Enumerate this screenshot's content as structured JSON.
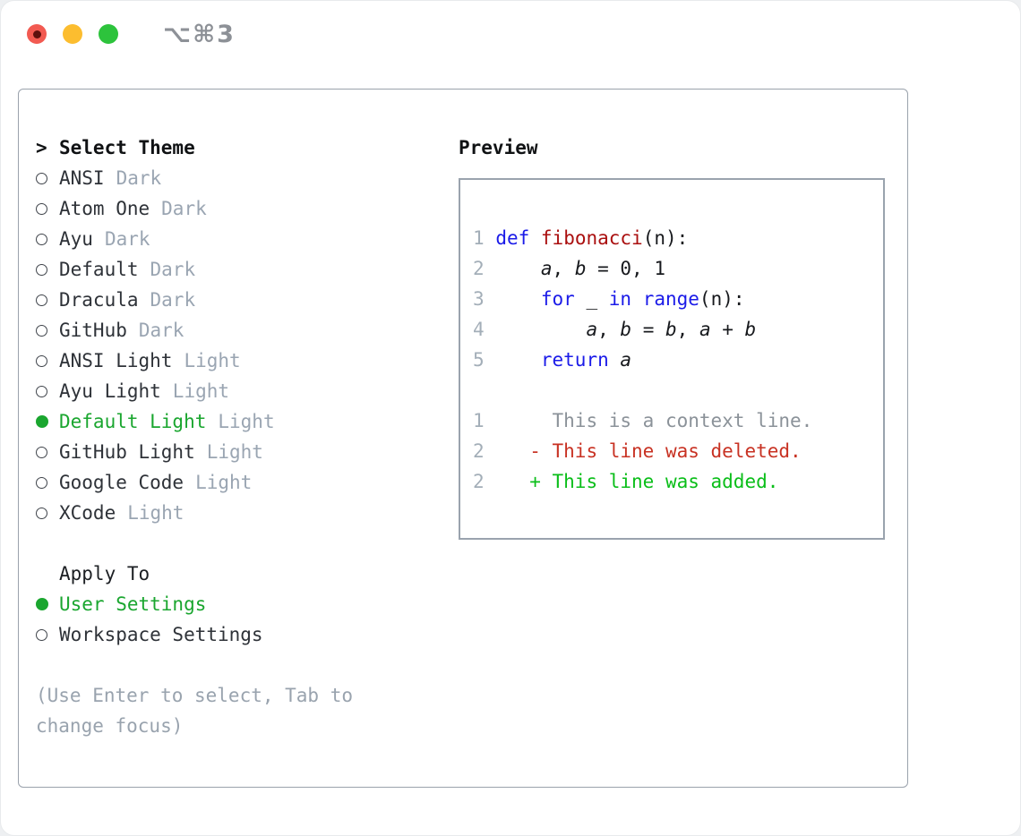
{
  "window": {
    "title": "⌥⌘3",
    "traffic_lights": [
      "close",
      "minimize",
      "zoom"
    ]
  },
  "sidebar": {
    "header": {
      "marker": ">",
      "label": "Select Theme"
    },
    "themes": [
      {
        "label": "ANSI",
        "tag": "Dark",
        "selected": false
      },
      {
        "label": "Atom One",
        "tag": "Dark",
        "selected": false
      },
      {
        "label": "Ayu",
        "tag": "Dark",
        "selected": false
      },
      {
        "label": "Default",
        "tag": "Dark",
        "selected": false
      },
      {
        "label": "Dracula",
        "tag": "Dark",
        "selected": false
      },
      {
        "label": "GitHub",
        "tag": "Dark",
        "selected": false
      },
      {
        "label": "ANSI Light",
        "tag": "Light",
        "selected": false
      },
      {
        "label": "Ayu Light",
        "tag": "Light",
        "selected": false
      },
      {
        "label": "Default Light",
        "tag": "Light",
        "selected": true
      },
      {
        "label": "GitHub Light",
        "tag": "Light",
        "selected": false
      },
      {
        "label": "Google Code",
        "tag": "Light",
        "selected": false
      },
      {
        "label": "XCode",
        "tag": "Light",
        "selected": false
      }
    ],
    "apply_to": {
      "header": "Apply To",
      "options": [
        {
          "label": "User Settings",
          "selected": true
        },
        {
          "label": "Workspace Settings",
          "selected": false
        }
      ]
    },
    "hint": {
      "line1": "(Use Enter to select, Tab to",
      "line2": "change focus)"
    }
  },
  "preview": {
    "title": "Preview",
    "code_lines": [
      {
        "num": "1",
        "tokens": [
          [
            "pl",
            " "
          ],
          [
            "kw",
            "def"
          ],
          [
            "pl",
            " "
          ],
          [
            "fn",
            "fibonacci"
          ],
          [
            "pl",
            "(n):"
          ]
        ]
      },
      {
        "num": "2",
        "tokens": [
          [
            "pl",
            "     "
          ],
          [
            "v",
            "a"
          ],
          [
            "pl",
            ", "
          ],
          [
            "v",
            "b"
          ],
          [
            "pl",
            " = 0, 1"
          ]
        ]
      },
      {
        "num": "3",
        "tokens": [
          [
            "pl",
            "     "
          ],
          [
            "kw",
            "for"
          ],
          [
            "pl",
            " _ "
          ],
          [
            "kw",
            "in"
          ],
          [
            "pl",
            " "
          ],
          [
            "kw",
            "range"
          ],
          [
            "pl",
            "(n):"
          ]
        ]
      },
      {
        "num": "4",
        "tokens": [
          [
            "pl",
            "         "
          ],
          [
            "v",
            "a"
          ],
          [
            "pl",
            ", "
          ],
          [
            "v",
            "b"
          ],
          [
            "pl",
            " = "
          ],
          [
            "v",
            "b"
          ],
          [
            "pl",
            ", "
          ],
          [
            "v",
            "a"
          ],
          [
            "pl",
            " + "
          ],
          [
            "v",
            "b"
          ]
        ]
      },
      {
        "num": "5",
        "tokens": [
          [
            "pl",
            "     "
          ],
          [
            "kw",
            "return"
          ],
          [
            "pl",
            " "
          ],
          [
            "v",
            "a"
          ]
        ]
      }
    ],
    "diff_lines": [
      {
        "num": "1",
        "tokens": [
          [
            "ctx",
            "      This is a context line."
          ]
        ]
      },
      {
        "num": "2",
        "tokens": [
          [
            "del",
            "    - This line was deleted."
          ]
        ]
      },
      {
        "num": "2",
        "tokens": [
          [
            "add",
            "    + This line was added."
          ]
        ]
      }
    ]
  },
  "colors": {
    "selection_green": "#1aa62f",
    "keyword_blue": "#1b1be8",
    "function_red": "#aa0f0f",
    "diff_deleted_red": "#c83223",
    "diff_added_green": "#0abe19",
    "diff_context_gray": "#8b9299",
    "tag_gray": "#9aa5b2",
    "line_number_gray": "#a3aeb8",
    "hint_gray": "#99a3ae",
    "panel_border": "#9aa2ac",
    "traffic_red": "#f25a51",
    "traffic_yellow": "#fcbd2f",
    "traffic_green": "#2dc33c"
  }
}
